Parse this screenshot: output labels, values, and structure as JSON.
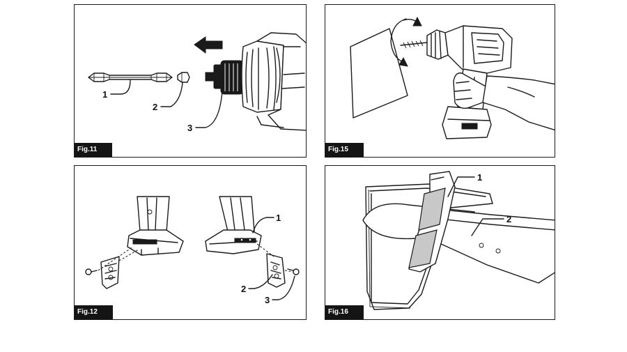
{
  "figures": {
    "fig11": {
      "label": "Fig.11",
      "callouts": [
        "1",
        "2",
        "3"
      ]
    },
    "fig15": {
      "label": "Fig.15"
    },
    "fig12": {
      "label": "Fig.12",
      "callouts": [
        "1",
        "2",
        "3"
      ]
    },
    "fig16": {
      "label": "Fig.16",
      "callouts": [
        "1",
        "2"
      ]
    }
  }
}
